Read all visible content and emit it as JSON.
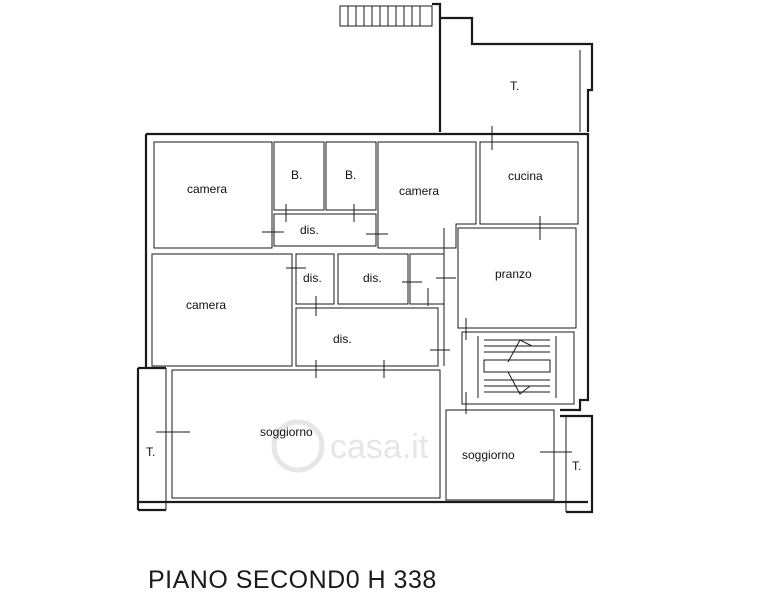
{
  "rooms": {
    "terrace_top": "T.",
    "terrace_left": "T.",
    "terrace_right": "T.",
    "camera_1": "camera",
    "bath_1": "B.",
    "bath_2": "B.",
    "camera_2": "camera",
    "kitchen": "cucina",
    "dis_1": "dis.",
    "dis_2": "dis.",
    "dis_3": "dis.",
    "dis_4": "dis.",
    "dining": "pranzo",
    "camera_3": "camera",
    "living_1": "soggiorno",
    "living_2": "soggiorno"
  },
  "watermark": "casa.it",
  "caption": "PIANO SECOND0 H 338"
}
